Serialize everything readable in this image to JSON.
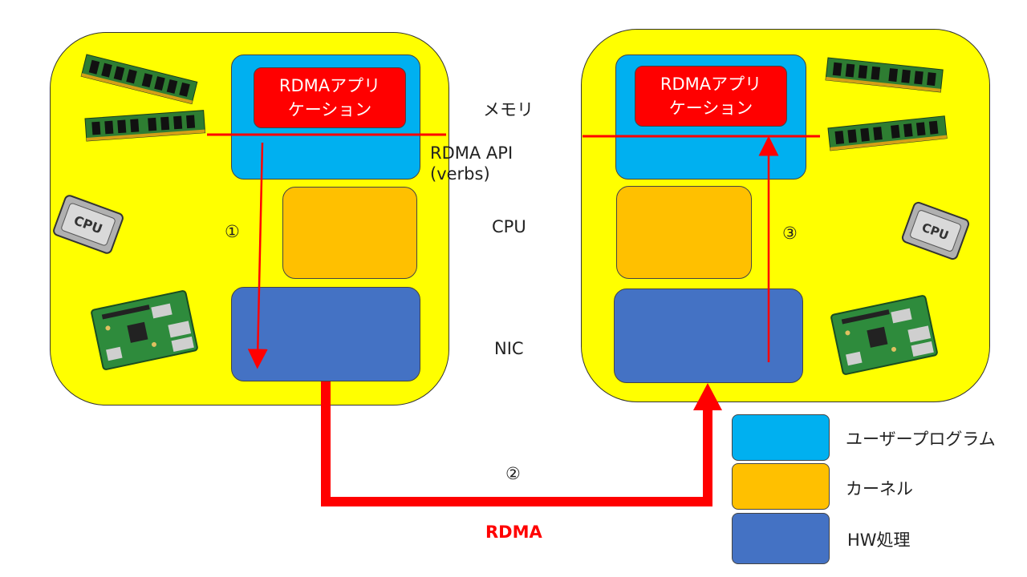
{
  "hosts": {
    "left": {
      "app_label": "RDMAアプリ\nケーション",
      "step": "①"
    },
    "right": {
      "app_label": "RDMAアプリ\nケーション",
      "step": "③"
    }
  },
  "labels": {
    "memory": "メモリ",
    "api": "RDMA API\n(verbs)",
    "cpu": "CPU",
    "nic": "NIC",
    "network_step": "②",
    "rdma": "RDMA"
  },
  "icons": {
    "memory": "memory-module-icon",
    "cpu": "cpu-chip-icon",
    "board": "circuit-board-icon"
  },
  "legend": [
    {
      "label": "ユーザープログラム",
      "color": "#00b0f0"
    },
    {
      "label": "カーネル",
      "color": "#ffc000"
    },
    {
      "label": "HW処理",
      "color": "#4472c4"
    }
  ],
  "colors": {
    "host": "#ffff00",
    "arrow": "#ff0000",
    "app": "#ff0000"
  }
}
